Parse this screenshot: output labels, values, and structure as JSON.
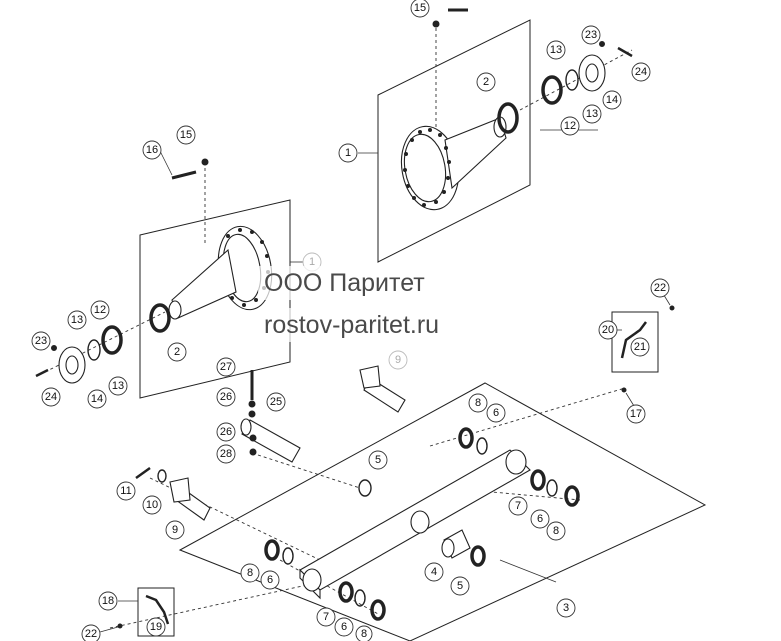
{
  "watermark": {
    "line1": "ООО Паритет",
    "line2": "rostov-paritet.ru"
  },
  "callouts": {
    "c15a": "15",
    "c23a": "23",
    "c24a": "24",
    "c13a": "13",
    "c13b": "13",
    "c2a": "2",
    "c12a": "12",
    "c14a": "14",
    "c1a": "1",
    "c16": "16",
    "c15b": "15",
    "c1b": "1",
    "c2b": "2",
    "c12b": "12",
    "c13c": "13",
    "c13d": "13",
    "c23b": "23",
    "c14b": "14",
    "c24b": "24",
    "c22a": "22",
    "c20": "20",
    "c21": "21",
    "c17": "17",
    "c27": "27",
    "c26a": "26",
    "c25": "25",
    "c26b": "26",
    "c28": "28",
    "c9a": "9",
    "c8a": "8",
    "c6a": "6",
    "c5a": "5",
    "c11": "11",
    "c10": "10",
    "c9b": "9",
    "c7a": "7",
    "c6b": "6",
    "c8b": "8",
    "c8c": "8",
    "c6c": "6",
    "c4": "4",
    "c5b": "5",
    "c3": "3",
    "c18": "18",
    "c19": "19",
    "c22b": "22",
    "c7b": "7",
    "c6d": "6",
    "c8d": "8"
  },
  "colors": {
    "line": "#222222",
    "background": "#ffffff",
    "watermark_text": "#4a4a4a"
  }
}
